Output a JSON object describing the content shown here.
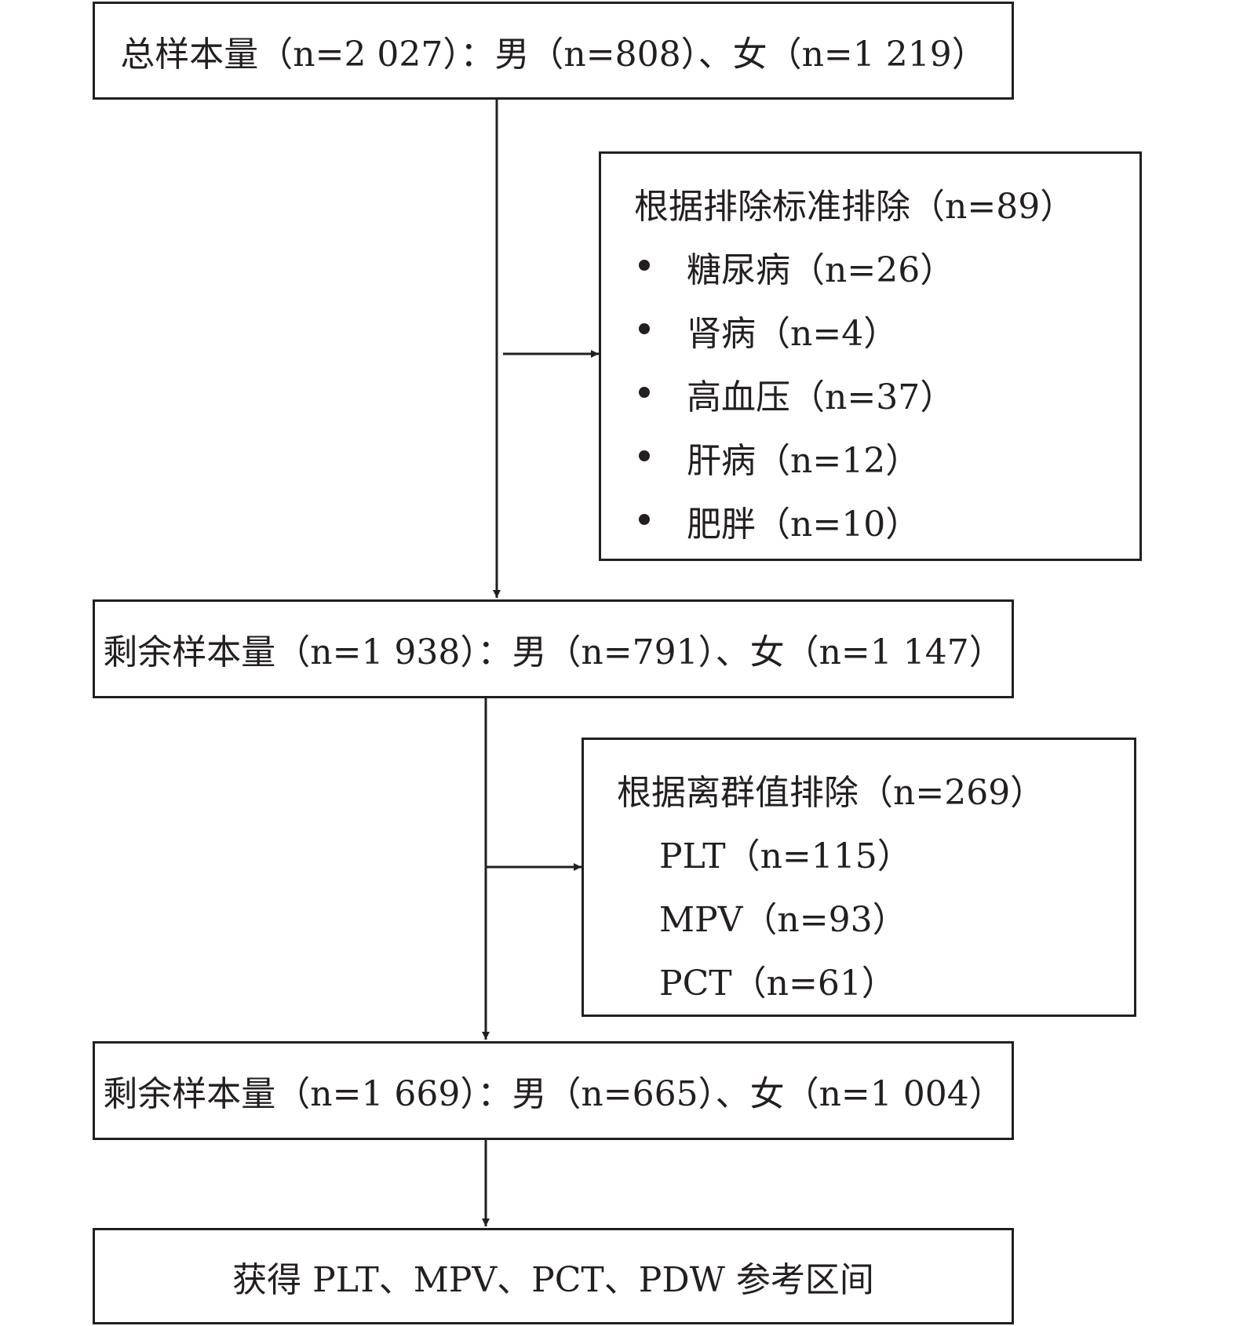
{
  "start": {
    "text": "总样本量（n=2 027）：男（n=808）、女（n=1 219）"
  },
  "exclusion1": {
    "title": "根据排除标准排除（n=89）",
    "items": [
      "糖尿病（n=26）",
      "肾病（n=4）",
      "高血压（n=37）",
      "肝病（n=12）",
      "肥胖（n=10）"
    ]
  },
  "remaining1": {
    "text": "剩余样本量（n=1 938）：男（n=791）、女（n=1 147）"
  },
  "exclusion2": {
    "title": "根据离群值排除（n=269）",
    "items": [
      "PLT（n=115）",
      "MPV（n=93）",
      "PCT（n=61）"
    ]
  },
  "remaining2": {
    "text": "剩余样本量（n=1 669）：男（n=665）、女（n=1 004）"
  },
  "result": {
    "text": "获得 PLT、MPV、PCT、PDW 参考区间"
  }
}
